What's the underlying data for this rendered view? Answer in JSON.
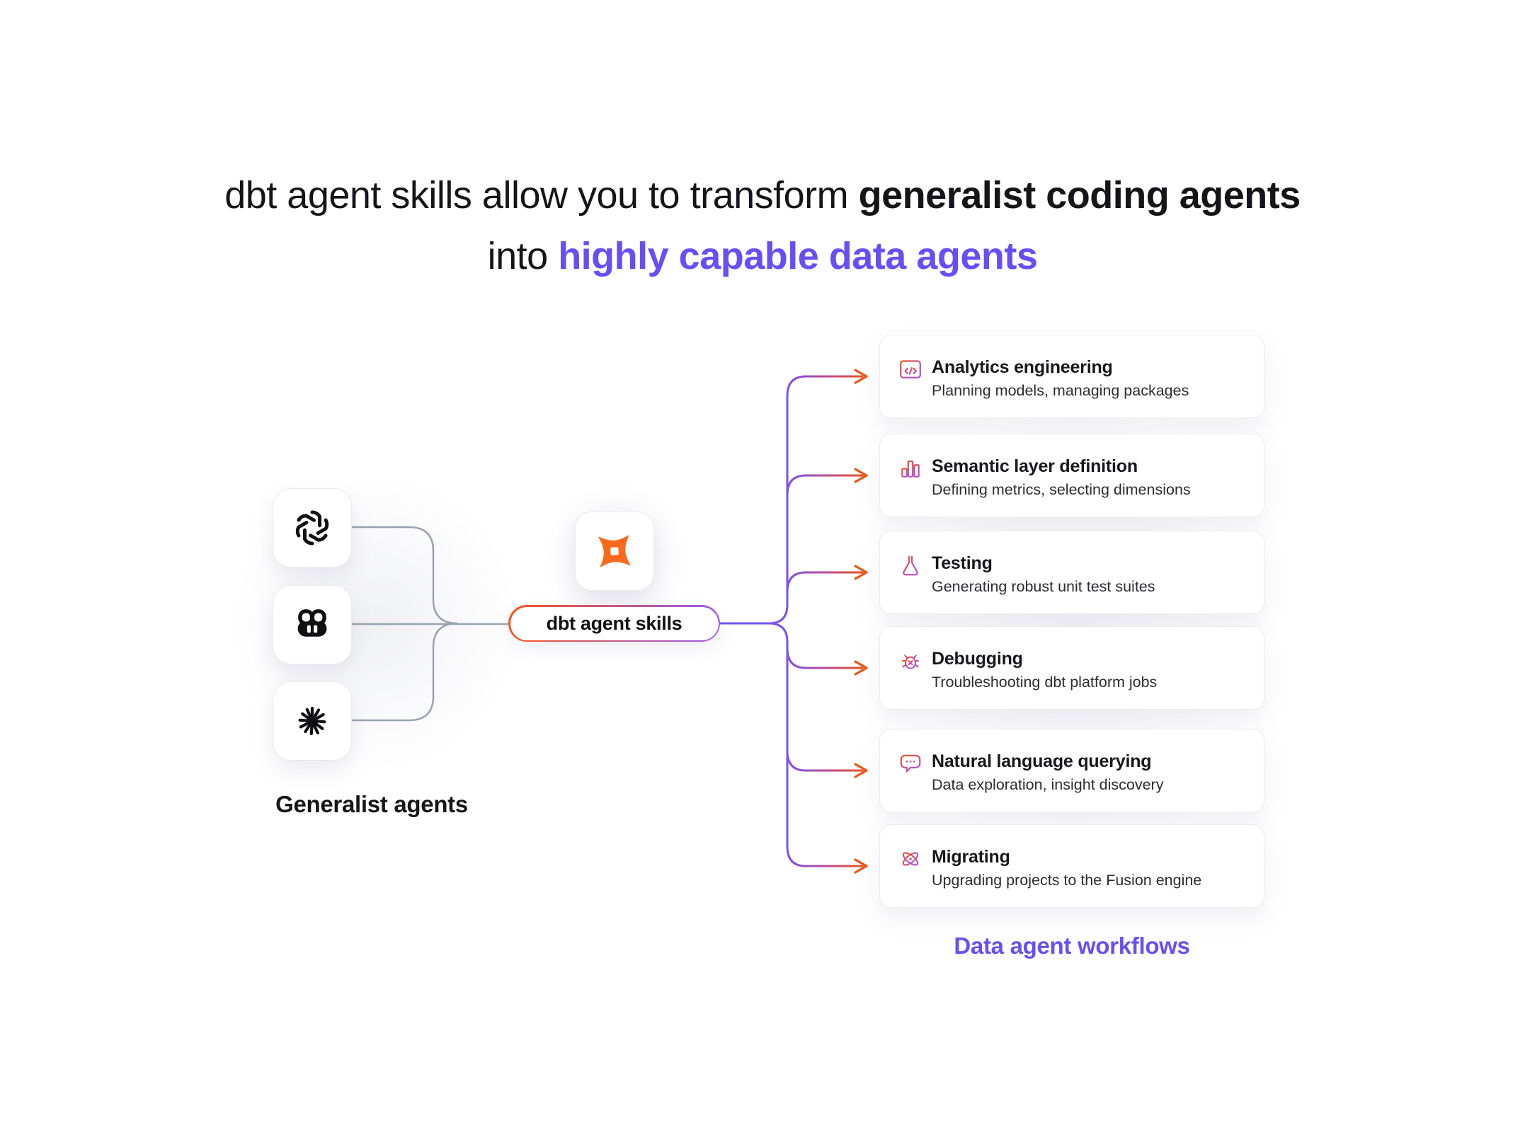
{
  "title": {
    "line1_regular": "dbt agent skills allow you to transform ",
    "line1_bold": "generalist coding agents",
    "line2_regular": "into ",
    "line2_highlight": "highly capable data agents"
  },
  "colors": {
    "accent_purple": "#6a4ef5",
    "accent_orange": "#fb6a1b",
    "arrow_orange": "#ee5415",
    "connector_gray": "#9aa2b2",
    "text_black": "#17171c"
  },
  "generalist": {
    "label": "Generalist agents",
    "agents": [
      {
        "icon": "openai-logo"
      },
      {
        "icon": "github-copilot-logo"
      },
      {
        "icon": "claude-starburst-logo"
      }
    ]
  },
  "hub": {
    "logo": "dbt-logo",
    "pill_label": "dbt agent skills"
  },
  "workflows": {
    "label": "Data agent workflows",
    "cards": [
      {
        "icon": "code-window",
        "title": "Analytics engineering",
        "subtitle": "Planning models, managing packages"
      },
      {
        "icon": "bar-chart",
        "title": "Semantic layer definition",
        "subtitle": "Defining metrics, selecting dimensions"
      },
      {
        "icon": "flask",
        "title": "Testing",
        "subtitle": "Generating robust unit test suites"
      },
      {
        "icon": "bug",
        "title": "Debugging",
        "subtitle": "Troubleshooting dbt platform jobs"
      },
      {
        "icon": "chat-bubble",
        "title": "Natural language querying",
        "subtitle": "Data exploration, insight discovery"
      },
      {
        "icon": "atom",
        "title": "Migrating",
        "subtitle": "Upgrading projects to the Fusion engine"
      }
    ]
  }
}
